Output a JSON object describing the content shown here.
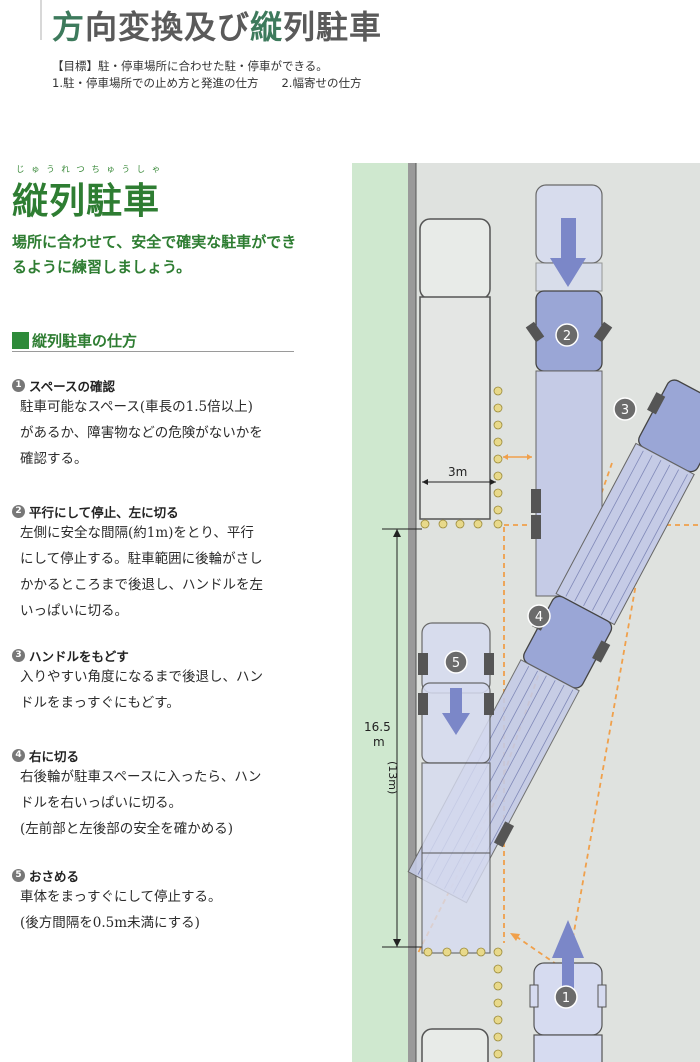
{
  "header": {
    "title_accent_1": "方",
    "title_mid": "向変換及び",
    "title_accent_2": "縦",
    "title_end": "列駐車",
    "objective_lines": "【目標】駐・停車場所に合わせた駐・停車ができる。\n1.駐・停車場所での止め方と発進の仕方　　2.幅寄せの仕方"
  },
  "section": {
    "ruby": "じゅうれつちゅうしゃ",
    "title": "縦列駐車",
    "lead": "場所に合わせて、安全で確実な駐車ができるように練習しましょう。",
    "subheading": "縦列駐車の仕方"
  },
  "steps": [
    {
      "num": "1",
      "title": "スペースの確認",
      "body": "駐車可能なスペース(車長の1.5倍以上)\nがあるか、障害物などの危険がないかを\n確認する。"
    },
    {
      "num": "2",
      "title": "平行にして停止、左に切る",
      "body": "左側に安全な間隔(約1m)をとり、平行\nにして停止する。駐車範囲に後輪がさし\nかかるところまで後退し、ハンドルを左\nいっぱいに切る。"
    },
    {
      "num": "3",
      "title": "ハンドルをもどす",
      "body": "入りやすい角度になるまで後退し、ハン\nドルをまっすぐにもどす。"
    },
    {
      "num": "4",
      "title": "右に切る",
      "body": "右後輪が駐車スペースに入ったら、ハン\nドルを右いっぱいに切る。\n(左前部と左後部の安全を確かめる)"
    },
    {
      "num": "5",
      "title": "おさめる",
      "body": "車体をまっすぐにして停止する。\n(後方間隔を0.5m未満にする)"
    }
  ],
  "diagram": {
    "width_label": "3m",
    "length_label_main": "16.5",
    "length_label_unit": "m",
    "length_label_alt": "(13m)",
    "position_markers": [
      "1",
      "2",
      "3",
      "4",
      "5"
    ],
    "colors": {
      "sidewalk": "#cfe8cf",
      "road": "#dfe2df",
      "curb": "#7a7a7a",
      "truck_body": "#c5cbe6",
      "truck_cab": "#9aa6d6",
      "arrow": "#7b87c8",
      "guide_line": "#f0a04b",
      "cone": "#e8d98a",
      "marker": "#6b6b6b"
    }
  }
}
